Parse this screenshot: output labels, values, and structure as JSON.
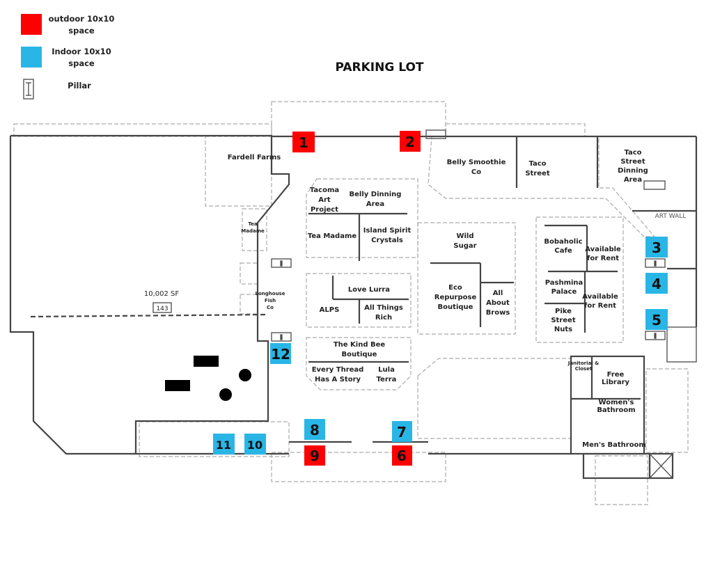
{
  "legend": {
    "outdoor": {
      "lines": [
        "outdoor 10x10",
        "space"
      ],
      "color": "#ff0000"
    },
    "indoor": {
      "lines": [
        "Indoor 10x10",
        "space"
      ],
      "color": "#29b6e6"
    },
    "pillar": {
      "lines": [
        "Pillar"
      ],
      "icon": "pillar-icon"
    }
  },
  "title": "PARKING LOT",
  "spaces": {
    "s1": "1",
    "s2": "2",
    "s3": "3",
    "s4": "4",
    "s5": "5",
    "s6": "6",
    "s7": "7",
    "s8": "8",
    "s9": "9",
    "s10": "10",
    "s11": "11",
    "s12": "12"
  },
  "vendors": {
    "fardell": [
      "Fardell Farms"
    ],
    "tea_small": [
      "Tea",
      "Madame"
    ],
    "longhouse": [
      "Longhouse",
      "Fish",
      "Co"
    ],
    "tacoma": [
      "Tacoma",
      "Art",
      "Project"
    ],
    "belly_dining": [
      "Belly Dinning",
      "Area"
    ],
    "tea_madame": [
      "Tea Madame"
    ],
    "island": [
      "Island Spirit",
      "Crystals"
    ],
    "love_lurra": [
      "Love Lurra"
    ],
    "alps": [
      "ALPS"
    ],
    "all_things": [
      "All Things",
      "Rich"
    ],
    "kind_bee": [
      "The Kind Bee",
      "Boutique"
    ],
    "every_thread": [
      "Every Thread",
      "Has A Story"
    ],
    "lula": [
      "Lula",
      "Terra"
    ],
    "wild_sugar": [
      "Wild",
      "Sugar"
    ],
    "eco": [
      "Eco",
      "Repurpose",
      "Boutique"
    ],
    "brows": [
      "All",
      "About",
      "Brows"
    ],
    "belly_smoothie": [
      "Belly Smoothie",
      "Co"
    ],
    "taco_street": [
      "Taco",
      "Street"
    ],
    "taco_dining": [
      "Taco",
      "Street",
      "Dinning",
      "Area"
    ],
    "bobaholic": [
      "Bobaholic",
      "Cafe"
    ],
    "avail1": [
      "Available",
      "for Rent"
    ],
    "pashmina": [
      "Pashmina",
      "Palace"
    ],
    "avail2": [
      "Available",
      "for Rent"
    ],
    "pike": [
      "Pike",
      "Street",
      "Nuts"
    ],
    "janitorial": [
      "Janitorial &",
      "Closet"
    ],
    "free_library": [
      "Free",
      "Library"
    ],
    "womens": [
      "Women's",
      "Bathroom"
    ],
    "mens": [
      "Men's Bathroom"
    ]
  },
  "misc": {
    "area": "10,002 SF",
    "room": "143",
    "art_wall": "ART WALL"
  },
  "colors": {
    "outdoor": "#ff0000",
    "indoor": "#29b6e6"
  }
}
